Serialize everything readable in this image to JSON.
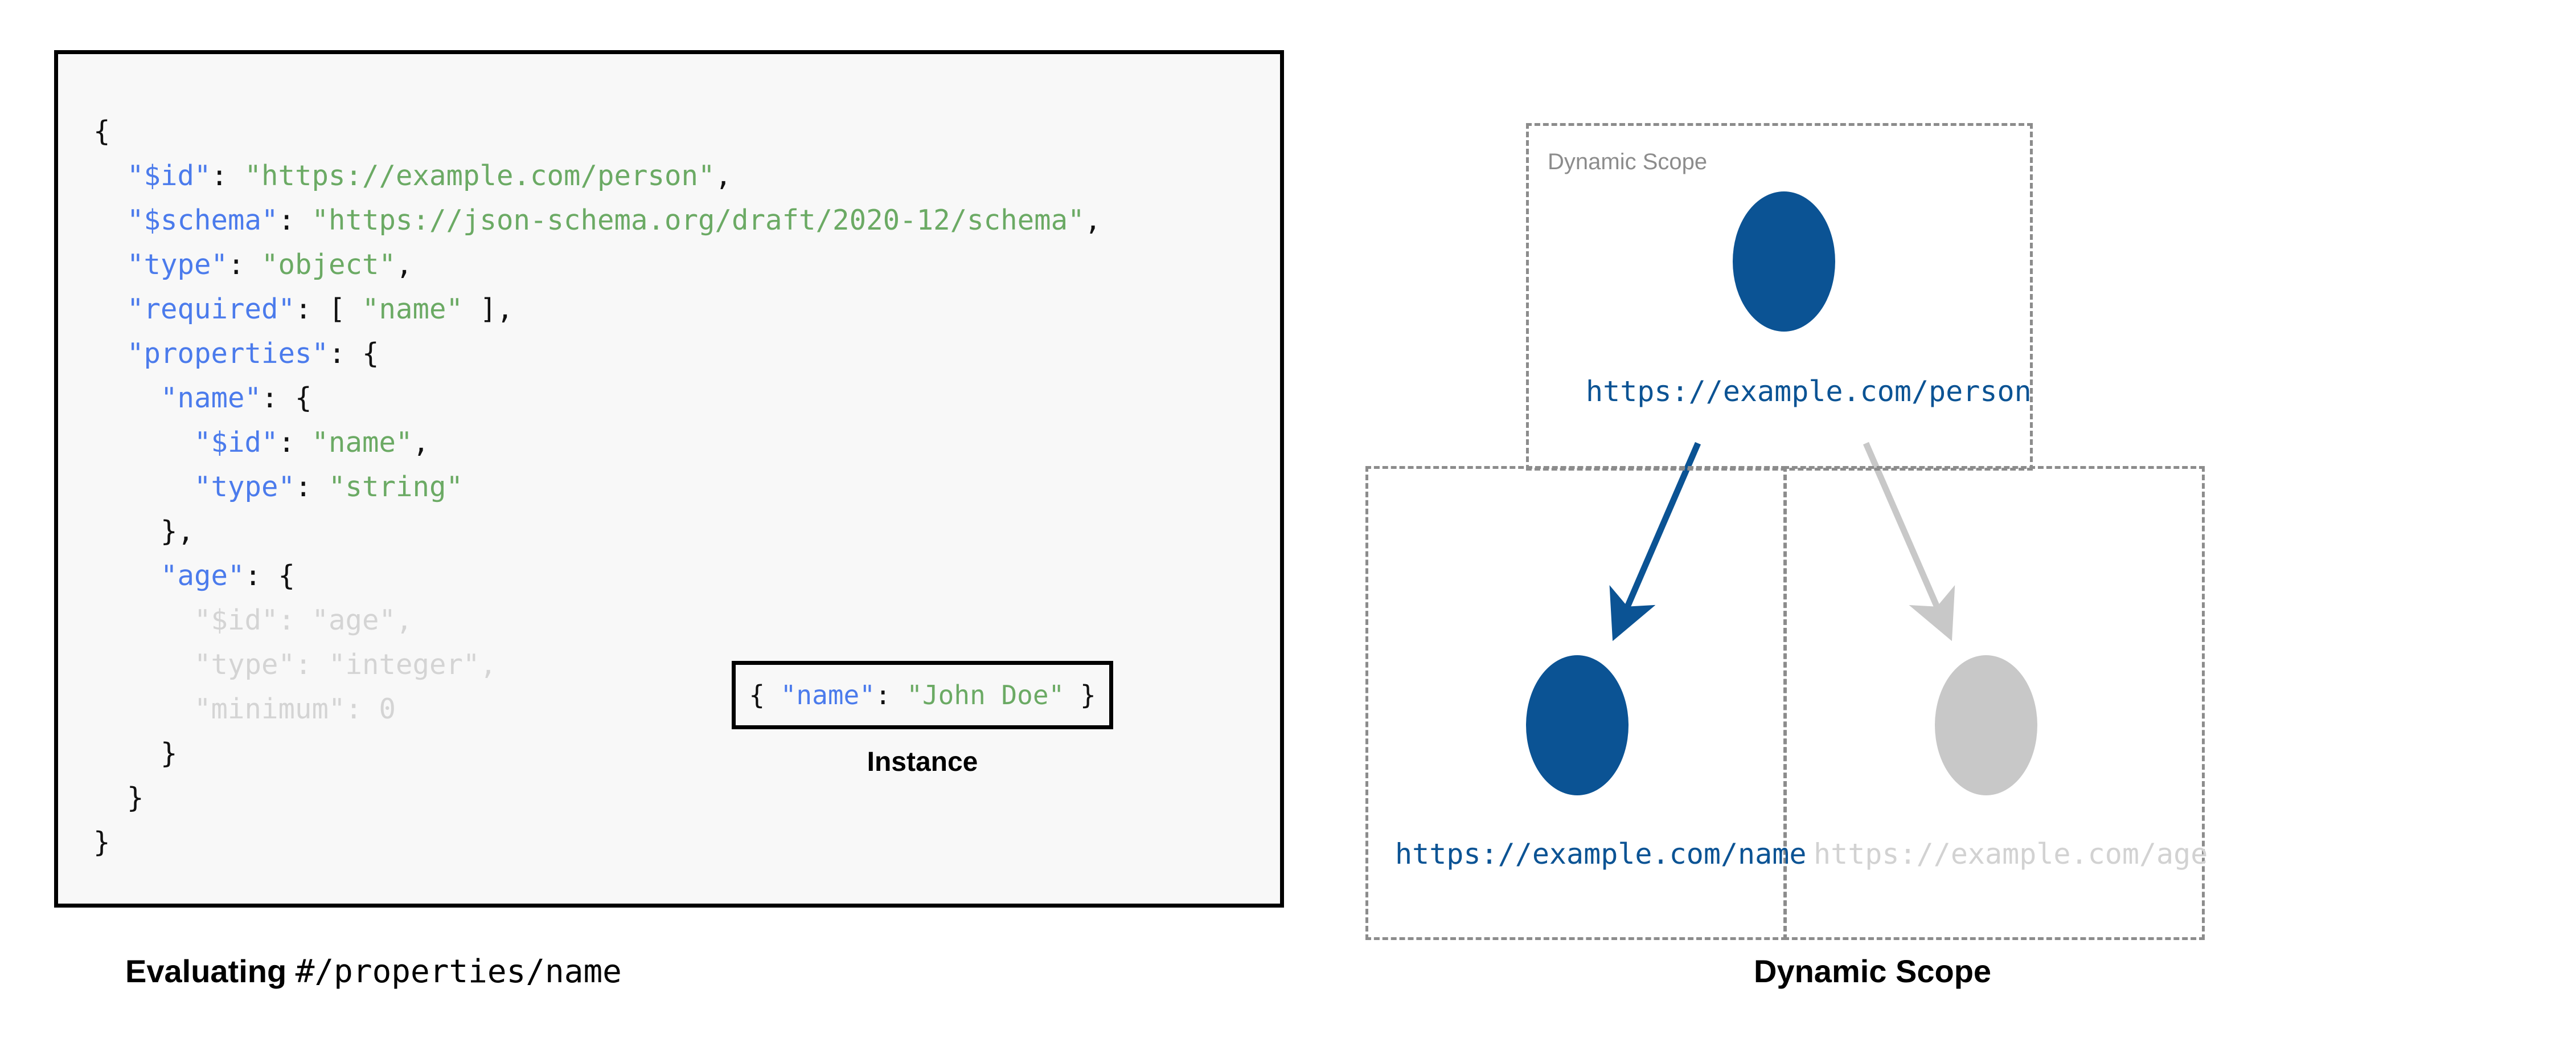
{
  "schema_panel": {
    "code_lines": [
      {
        "indent": 0,
        "tokens": [
          {
            "t": "{",
            "c": "p"
          }
        ]
      },
      {
        "indent": 1,
        "tokens": [
          {
            "t": "\"$id\"",
            "c": "k"
          },
          {
            "t": ": ",
            "c": "p"
          },
          {
            "t": "\"https://example.com/person\"",
            "c": "s"
          },
          {
            "t": ",",
            "c": "p"
          }
        ]
      },
      {
        "indent": 1,
        "tokens": [
          {
            "t": "\"$schema\"",
            "c": "k"
          },
          {
            "t": ": ",
            "c": "p"
          },
          {
            "t": "\"https://json-schema.org/draft/2020-12/schema\"",
            "c": "s"
          },
          {
            "t": ",",
            "c": "p"
          }
        ]
      },
      {
        "indent": 1,
        "tokens": [
          {
            "t": "\"type\"",
            "c": "k"
          },
          {
            "t": ": ",
            "c": "p"
          },
          {
            "t": "\"object\"",
            "c": "s"
          },
          {
            "t": ",",
            "c": "p"
          }
        ]
      },
      {
        "indent": 1,
        "tokens": [
          {
            "t": "\"required\"",
            "c": "k"
          },
          {
            "t": ": [ ",
            "c": "p"
          },
          {
            "t": "\"name\"",
            "c": "s"
          },
          {
            "t": " ],",
            "c": "p"
          }
        ]
      },
      {
        "indent": 1,
        "tokens": [
          {
            "t": "\"properties\"",
            "c": "k"
          },
          {
            "t": ": {",
            "c": "p"
          }
        ]
      },
      {
        "indent": 2,
        "tokens": [
          {
            "t": "\"name\"",
            "c": "k"
          },
          {
            "t": ": {",
            "c": "p"
          }
        ]
      },
      {
        "indent": 3,
        "tokens": [
          {
            "t": "\"$id\"",
            "c": "k"
          },
          {
            "t": ": ",
            "c": "p"
          },
          {
            "t": "\"name\"",
            "c": "s"
          },
          {
            "t": ",",
            "c": "p"
          }
        ]
      },
      {
        "indent": 3,
        "tokens": [
          {
            "t": "\"type\"",
            "c": "k"
          },
          {
            "t": ": ",
            "c": "p"
          },
          {
            "t": "\"string\"",
            "c": "s"
          }
        ]
      },
      {
        "indent": 2,
        "tokens": [
          {
            "t": "},",
            "c": "p"
          }
        ]
      },
      {
        "indent": 2,
        "tokens": [
          {
            "t": "\"age\"",
            "c": "k"
          },
          {
            "t": ": {",
            "c": "p"
          }
        ]
      },
      {
        "indent": 3,
        "tokens": [
          {
            "t": "\"$id\"",
            "c": "dim-k"
          },
          {
            "t": ": ",
            "c": "dim"
          },
          {
            "t": "\"age\"",
            "c": "dim-s"
          },
          {
            "t": ",",
            "c": "dim"
          }
        ]
      },
      {
        "indent": 3,
        "tokens": [
          {
            "t": "\"type\"",
            "c": "dim-k"
          },
          {
            "t": ": ",
            "c": "dim"
          },
          {
            "t": "\"integer\"",
            "c": "dim-s"
          },
          {
            "t": ",",
            "c": "dim"
          }
        ]
      },
      {
        "indent": 3,
        "tokens": [
          {
            "t": "\"minimum\"",
            "c": "dim-k"
          },
          {
            "t": ": ",
            "c": "dim"
          },
          {
            "t": "0",
            "c": "dim-s"
          }
        ]
      },
      {
        "indent": 2,
        "tokens": [
          {
            "t": "}",
            "c": "p"
          }
        ]
      },
      {
        "indent": 1,
        "tokens": [
          {
            "t": "}",
            "c": "p"
          }
        ]
      },
      {
        "indent": 0,
        "tokens": [
          {
            "t": "}",
            "c": "p"
          }
        ]
      }
    ]
  },
  "instance": {
    "code": [
      {
        "t": "{ ",
        "c": "p"
      },
      {
        "t": "\"name\"",
        "c": "k"
      },
      {
        "t": ": ",
        "c": "p"
      },
      {
        "t": "\"John Doe\"",
        "c": "s"
      },
      {
        "t": " }",
        "c": "p"
      }
    ],
    "caption": "Instance"
  },
  "left_caption": {
    "bold_part": "Evaluating ",
    "mono_part": "#/properties/name"
  },
  "diagram": {
    "scope_label": "Dynamic Scope",
    "nodes": [
      {
        "id": "person",
        "label": "https://example.com/person",
        "state": "active"
      },
      {
        "id": "name",
        "label": "https://example.com/name",
        "state": "active"
      },
      {
        "id": "age",
        "label": "https://example.com/age",
        "state": "dimmed"
      }
    ],
    "edges": [
      {
        "from": "person",
        "to": "name",
        "state": "active"
      },
      {
        "from": "person",
        "to": "age",
        "state": "dimmed"
      }
    ],
    "caption": "Dynamic Scope"
  },
  "colors": {
    "accent_blue": "#0B5394",
    "key_blue": "#4B7BEC",
    "string_green": "#6BAA64",
    "dim_grey": "#C8C8C8",
    "dash_grey": "#8C8C8C",
    "panel_bg": "#F8F8F8",
    "border_black": "#000000"
  }
}
